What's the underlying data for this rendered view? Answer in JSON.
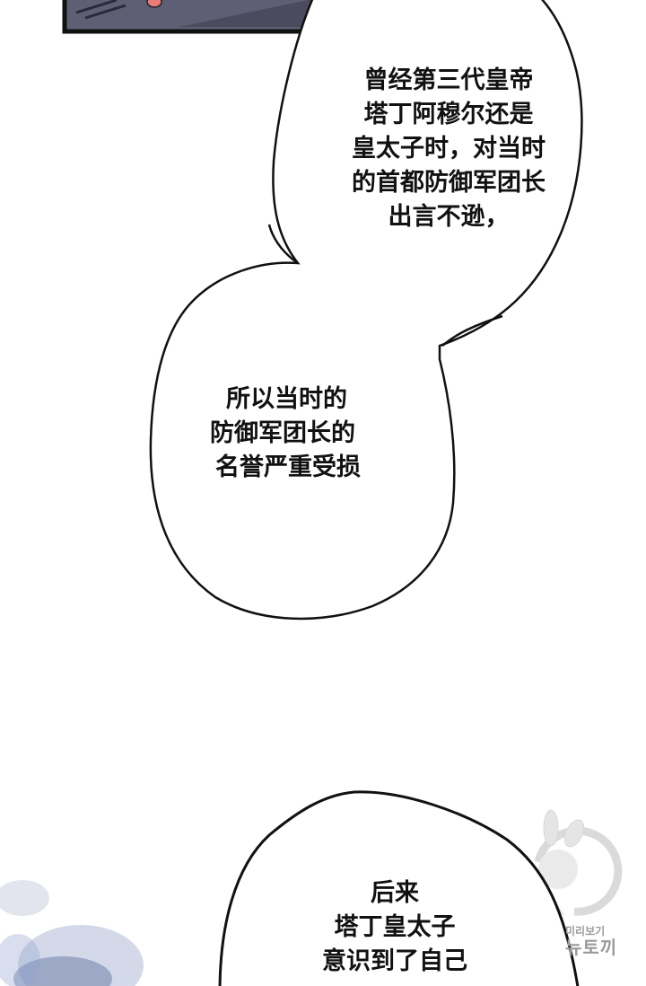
{
  "page": {
    "background": "#ffffff",
    "type": "webcomic-panel"
  },
  "top_panel": {
    "fill": "#5e5f74",
    "border": "#111111",
    "accent_dot": "#e87a78"
  },
  "bubbles": [
    {
      "id": "bubble-1",
      "lines": [
        "曾经第三代皇帝",
        "塔丁阿穆尔还是",
        "皇太子时，对当时",
        "的首都防御军团长",
        "出言不逊，"
      ]
    },
    {
      "id": "bubble-2",
      "lines": [
        "所以当时的",
        "防御军团长的",
        "名誉严重受损"
      ]
    },
    {
      "id": "bubble-3",
      "lines": [
        "后来",
        "塔丁皇太子",
        "意识到了自己"
      ]
    }
  ],
  "watermark": {
    "line1": "미리보기",
    "line2": "뉴토끼",
    "icon": "bunny-girl-logo"
  },
  "decoration": {
    "bottom_left": "blue-halftone-splash",
    "color": "#4a5f95"
  }
}
